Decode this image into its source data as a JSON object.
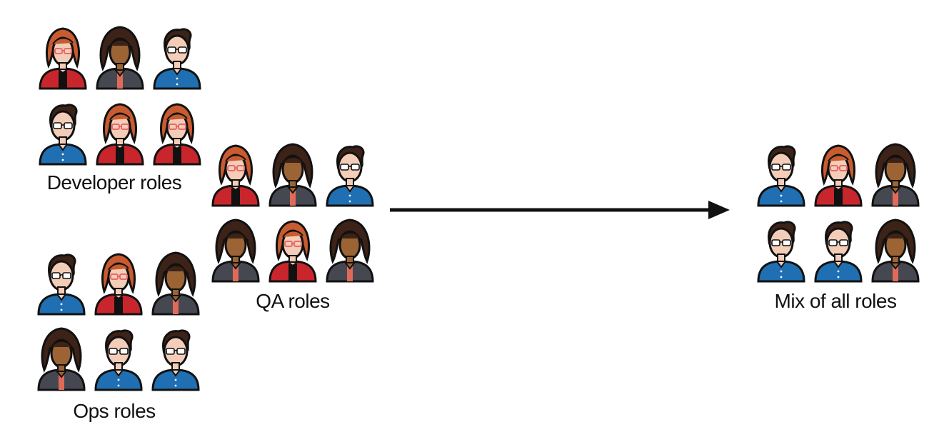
{
  "colors": {
    "outline": "#111111",
    "skin_light": "#f4cdb8",
    "skin_dark": "#9c6335",
    "hair_red": "#c85b30",
    "hair_dark": "#3d2317",
    "glasses_red": "#e86a6a",
    "glasses_white": "#ffffff",
    "shirt_red": "#c8262c",
    "shirt_blue": "#1f6fb2",
    "shirt_gray": "#464851",
    "blouse_black": "#111111",
    "neck_coral": "#e06a5a"
  },
  "groups": [
    {
      "id": "dev",
      "label": "Developer roles",
      "people": [
        "woman-red",
        "woman-dark",
        "man-blue",
        "man-blue",
        "woman-red",
        "woman-red"
      ]
    },
    {
      "id": "ops",
      "label": "Ops roles",
      "people": [
        "man-blue",
        "woman-red",
        "woman-dark",
        "woman-dark",
        "man-blue",
        "man-blue"
      ]
    },
    {
      "id": "qa",
      "label": "QA roles",
      "people": [
        "woman-red",
        "woman-dark",
        "man-blue",
        "woman-dark",
        "woman-red",
        "woman-dark"
      ]
    },
    {
      "id": "mix",
      "label": "Mix of all roles",
      "people": [
        "man-blue",
        "woman-red",
        "woman-dark",
        "man-blue",
        "man-blue",
        "woman-dark"
      ]
    }
  ]
}
